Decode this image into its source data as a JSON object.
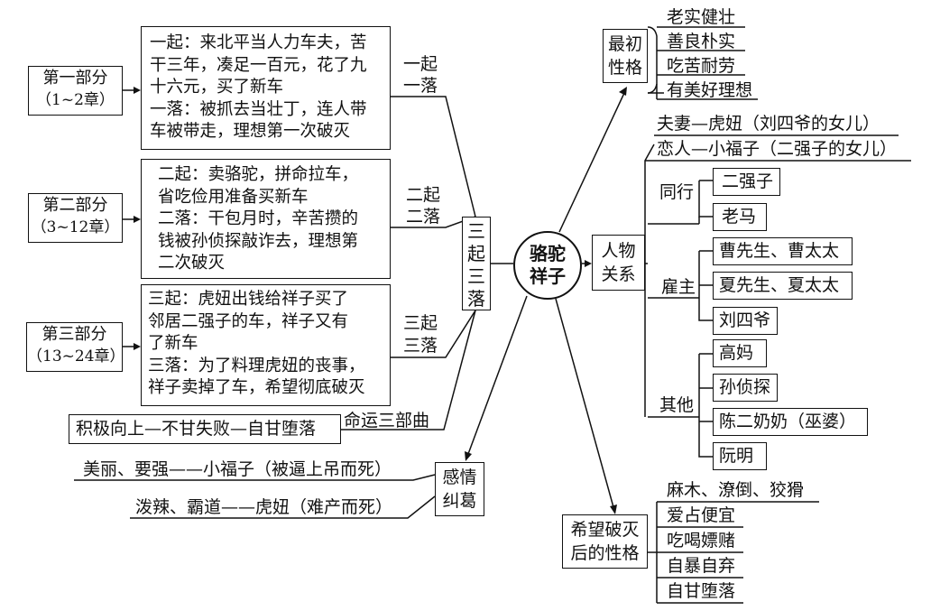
{
  "root": {
    "line1": "骆驼",
    "line2": "祥子"
  },
  "structure": {
    "center": [
      "三",
      "起",
      "三",
      "落"
    ],
    "parts": [
      {
        "label_line1": "第一部分",
        "label_line2": "（1~2章）",
        "rise_fall_1": "一起",
        "rise_fall_2": "一落",
        "lines": [
          "一起：来北平当人力车夫，苦",
          "干三年，凑足一百元，花了九",
          "十六元，买了新车",
          "一落：被抓去当壮丁，连人带",
          "车被带走，理想第一次破灭"
        ]
      },
      {
        "label_line1": "第二部分",
        "label_line2": "（3~12章）",
        "rise_fall_1": "二起",
        "rise_fall_2": "二落",
        "lines": [
          "二起：卖骆驼，拼命拉车，",
          "省吃俭用准备买新车",
          "二落：干包月时，辛苦攒的",
          "钱被孙侦探敲诈去，理想第",
          "二次破灭"
        ]
      },
      {
        "label_line1": "第三部分",
        "label_line2": "（13~24章）",
        "rise_fall_1": "三起",
        "rise_fall_2": "三落",
        "lines": [
          "三起：虎妞出钱给祥子买了",
          "邻居二强子的车，祥子又有",
          "了新车",
          "三落：为了料理虎妞的丧事，",
          "祥子卖掉了车，希望彻底破灭"
        ]
      }
    ],
    "fate_label": "命运三部曲",
    "fate_box": "积极向上—不甘失败—自甘堕落"
  },
  "emotion": {
    "label_line1": "感情",
    "label_line2": "纠葛",
    "items": [
      "美丽、要强——小福子（被逼上吊而死）",
      "泼辣、霸道——虎妞（难产而死）"
    ]
  },
  "initial_character": {
    "label_line1": "最初",
    "label_line2": "性格",
    "items": [
      "老实健壮",
      "善良朴实",
      "吃苦耐劳",
      "有美好理想"
    ]
  },
  "relationships": {
    "label_line1": "人物",
    "label_line2": "关系",
    "wife": "夫妻—虎妞（刘四爷的女儿）",
    "lover": "恋人—小福子（二强子的女儿）",
    "peers": {
      "label": "同行",
      "items": [
        "二强子",
        "老马"
      ]
    },
    "employers": {
      "label": "雇主",
      "items": [
        "曹先生、曹太太",
        "夏先生、夏太太",
        "刘四爷"
      ]
    },
    "others": {
      "label": "其他",
      "items": [
        "高妈",
        "孙侦探",
        "陈二奶奶（巫婆）",
        "阮明"
      ]
    }
  },
  "after_character": {
    "label_line1": "希望破灭",
    "label_line2": "后的性格",
    "items": [
      "麻木、潦倒、狡猾",
      "爱占便宜",
      "吃喝嫖赌",
      "自暴自弃",
      "自甘堕落"
    ]
  }
}
